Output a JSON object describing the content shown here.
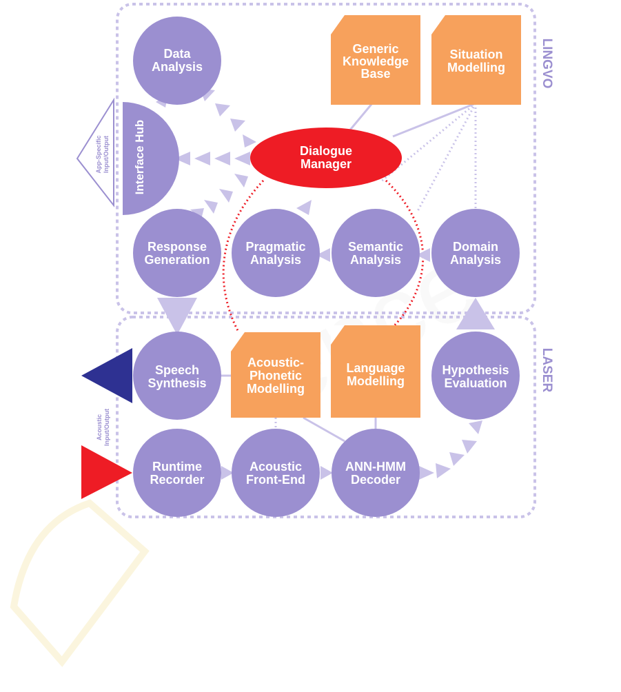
{
  "regions": {
    "lingvo": "LINGVO",
    "laser": "LASER"
  },
  "nodes": {
    "data_analysis": [
      "Data",
      "Analysis"
    ],
    "generic_kb": [
      "Generic",
      "Knowledge",
      "Base"
    ],
    "situation_modelling": [
      "Situation",
      "Modelling"
    ],
    "interface_hub": "Interface Hub",
    "dialogue_manager": [
      "Dialogue",
      "Manager"
    ],
    "response_generation": [
      "Response",
      "Generation"
    ],
    "pragmatic_analysis": [
      "Pragmatic",
      "Analysis"
    ],
    "semantic_analysis": [
      "Semantic",
      "Analysis"
    ],
    "domain_analysis": [
      "Domain",
      "Analysis"
    ],
    "speech_synthesis": [
      "Speech",
      "Synthesis"
    ],
    "acoustic_phonetic": [
      "Acoustic-",
      "Phonetic",
      "Modelling"
    ],
    "language_modelling": [
      "Language",
      "Modelling"
    ],
    "hypothesis_evaluation": [
      "Hypothesis",
      "Evaluation"
    ],
    "runtime_recorder": [
      "Runtime",
      "Recorder"
    ],
    "acoustic_frontend": [
      "Acoustic",
      "Front-End"
    ],
    "ann_hmm_decoder": [
      "ANN-HMM",
      "Decoder"
    ]
  },
  "io": {
    "app_specific": [
      "App-Specific",
      "Input/Output"
    ],
    "acoustic": [
      "Acoustic",
      "Input/Output"
    ]
  },
  "colors": {
    "node_purple": "#9b8fd0",
    "knowledge_orange": "#f7a15c",
    "dialogue_red": "#ee1c25",
    "arrow_lavender": "#c9c2e8",
    "output_navy": "#2e3192",
    "input_red": "#ee1c25"
  }
}
